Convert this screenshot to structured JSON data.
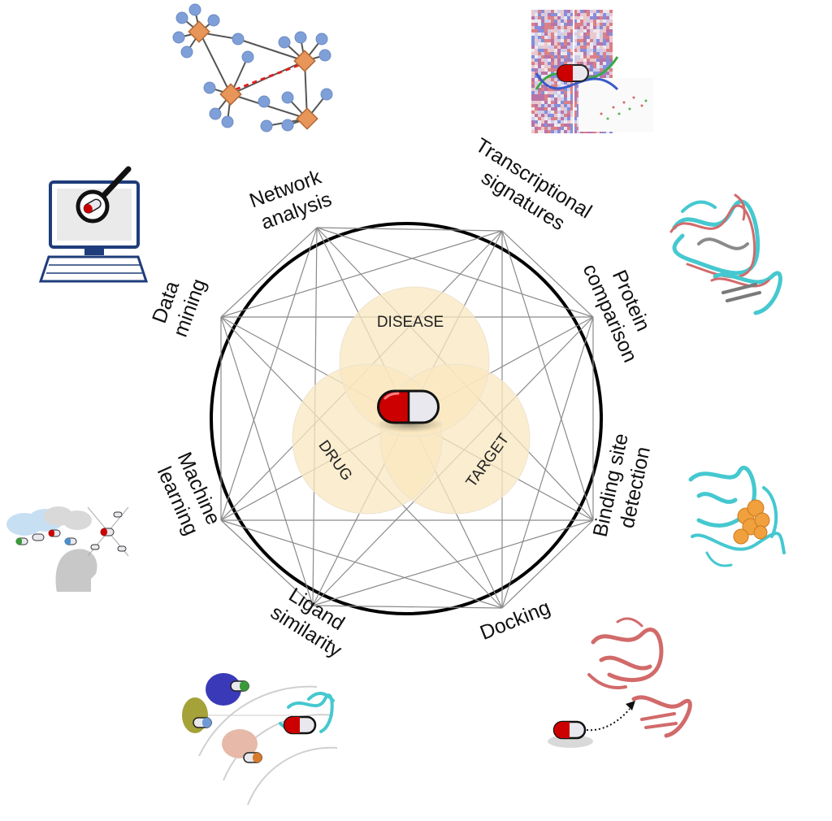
{
  "center": {
    "venn_labels": [
      "DISEASE",
      "DRUG",
      "TARGET"
    ],
    "center_icon": "pill-icon"
  },
  "methods": [
    {
      "id": "network-analysis",
      "lines": [
        "Network",
        "analysis"
      ],
      "icon": "network-graph-icon"
    },
    {
      "id": "transcriptional-signatures",
      "lines": [
        "Transcriptional",
        "signatures"
      ],
      "icon": "expression-heatmap-icon"
    },
    {
      "id": "protein-comparison",
      "lines": [
        "Protein",
        "comparison"
      ],
      "icon": "protein-structure-overlay-icon"
    },
    {
      "id": "binding-site-detection",
      "lines": [
        "Binding site",
        "detection"
      ],
      "icon": "binding-pocket-icon"
    },
    {
      "id": "docking",
      "lines": [
        "Docking"
      ],
      "icon": "docking-icon"
    },
    {
      "id": "ligand-similarity",
      "lines": [
        "Ligand",
        "similarity"
      ],
      "icon": "ligand-similarity-icon"
    },
    {
      "id": "machine-learning",
      "lines": [
        "Machine",
        "learning"
      ],
      "icon": "machine-learning-icon"
    },
    {
      "id": "data-mining",
      "lines": [
        "Data",
        "mining"
      ],
      "icon": "data-mining-computer-icon"
    }
  ],
  "colors": {
    "pill_red": "#cc0000",
    "pill_white": "#e8e8ee",
    "venn_fill": "#f9e7bf",
    "network_node": "#7f9fd8",
    "network_hub": "#e8955a",
    "network_dashed_edge": "#e02020",
    "protein_cyan": "#45c8d0",
    "protein_salmon": "#d26a6a",
    "binding_orange": "#f0a03c",
    "monitor_blue": "#1f3d7a"
  }
}
